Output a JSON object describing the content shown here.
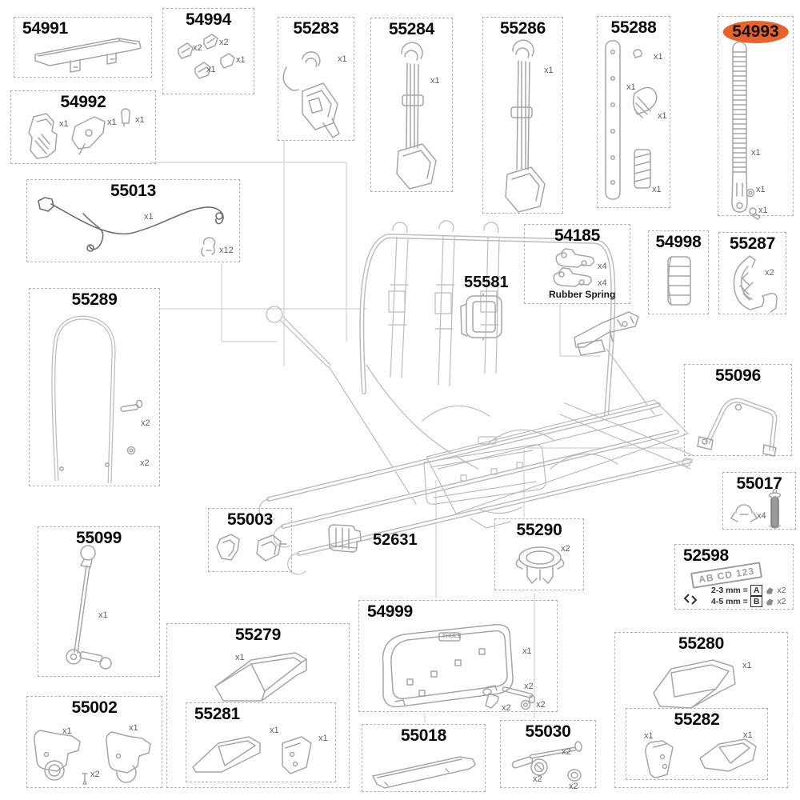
{
  "highlight_color": "#e8632c",
  "highlighted_part": "54993",
  "parts": {
    "54991": {
      "number": "54991"
    },
    "54992": {
      "number": "54992",
      "qty": {
        "a": "x1",
        "b": "x1",
        "c": "x1"
      }
    },
    "54994": {
      "number": "54994",
      "qty": {
        "a": "x2",
        "b": "x2",
        "c": "x1",
        "d": "x1"
      }
    },
    "55283": {
      "number": "55283",
      "qty": {
        "a": "x1"
      }
    },
    "55284": {
      "number": "55284",
      "qty": {
        "a": "x1"
      }
    },
    "55286": {
      "number": "55286",
      "qty": {
        "a": "x1"
      }
    },
    "55288": {
      "number": "55288",
      "qty": {
        "a": "x1",
        "b": "x1",
        "c": "x1",
        "d": "x1"
      }
    },
    "54993": {
      "number": "54993",
      "qty": {
        "a": "x1",
        "b": "x1",
        "c": "x1"
      }
    },
    "55013": {
      "number": "55013",
      "qty": {
        "a": "x1",
        "b": "x12"
      }
    },
    "54185": {
      "number": "54185",
      "qty": {
        "a": "x4",
        "b": "x4"
      },
      "caption": "Rubber Spring"
    },
    "54998": {
      "number": "54998"
    },
    "55287": {
      "number": "55287",
      "qty": {
        "a": "x2"
      }
    },
    "55581": {
      "number": "55581"
    },
    "55289": {
      "number": "55289",
      "qty": {
        "a": "x2",
        "b": "x2"
      }
    },
    "55096": {
      "number": "55096"
    },
    "55017": {
      "number": "55017",
      "qty": {
        "a": "x4"
      }
    },
    "52598": {
      "number": "52598",
      "plate_text": "AB CD 123",
      "rows": [
        {
          "label": "2-3 mm =",
          "key": "A",
          "qty": "x2"
        },
        {
          "label": "4-5 mm =",
          "key": "B",
          "qty": "x2"
        }
      ]
    },
    "55099": {
      "number": "55099",
      "qty": {
        "a": "x1"
      }
    },
    "55003": {
      "number": "55003"
    },
    "52631": {
      "number": "52631"
    },
    "55290": {
      "number": "55290",
      "qty": {
        "a": "x2"
      }
    },
    "55002": {
      "number": "55002",
      "qty": {
        "a": "x1",
        "b": "x1",
        "c": "x2"
      }
    },
    "55279": {
      "number": "55279",
      "qty": {
        "a": "x1"
      }
    },
    "55281": {
      "number": "55281",
      "qty": {
        "a": "x1",
        "b": "x1"
      }
    },
    "54999": {
      "number": "54999",
      "qty": {
        "a": "x1",
        "b": "x2",
        "c": "x2",
        "d": "x2"
      },
      "brand": "THULE"
    },
    "55018": {
      "number": "55018"
    },
    "55030": {
      "number": "55030",
      "qty": {
        "a": "x2",
        "b": "x2",
        "c": "x2"
      }
    },
    "55280": {
      "number": "55280",
      "qty": {
        "a": "x1"
      }
    },
    "55282": {
      "number": "55282",
      "qty": {
        "a": "x1",
        "b": "x1"
      }
    }
  }
}
